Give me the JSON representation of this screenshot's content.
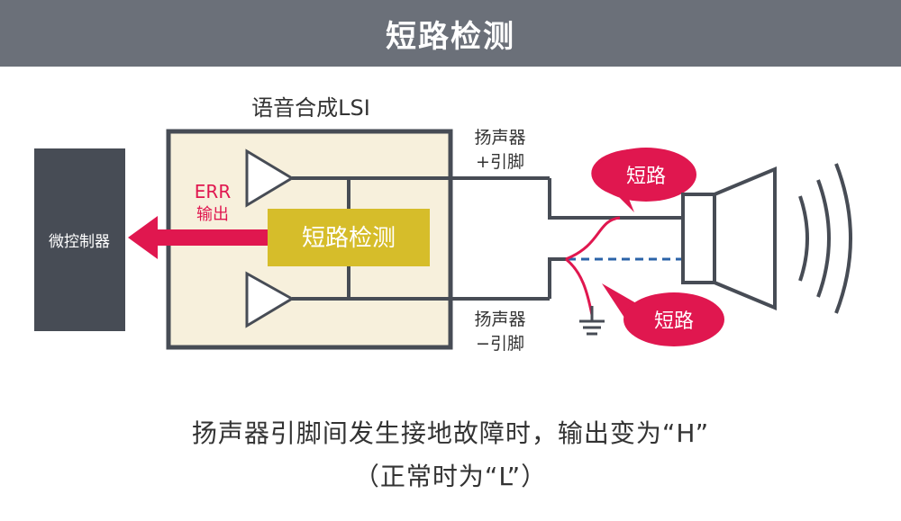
{
  "header": {
    "title": "短路检测"
  },
  "diagram": {
    "lsi_label": "语音合成LSI",
    "microcontroller_label": "微控制器",
    "err_label_line1": "ERR",
    "err_label_line2": "输出",
    "detect_label": "短路检测",
    "pos_pin_line1": "扬声器",
    "pos_pin_line2": "+引脚",
    "neg_pin_line1": "扬声器",
    "neg_pin_line2": "−引脚",
    "short_label_top": "短路",
    "short_label_bottom": "短路"
  },
  "caption": {
    "line1": "扬声器引脚间发生接地故障时，输出变为“H”",
    "line2": "（正常时为“L”）"
  },
  "colors": {
    "header_bg": "#6b7079",
    "accent_red": "#e0174f",
    "detect_yellow": "#d6bd2a",
    "lsi_fill": "#f7f0dc",
    "mcu_fill": "#474c55"
  }
}
